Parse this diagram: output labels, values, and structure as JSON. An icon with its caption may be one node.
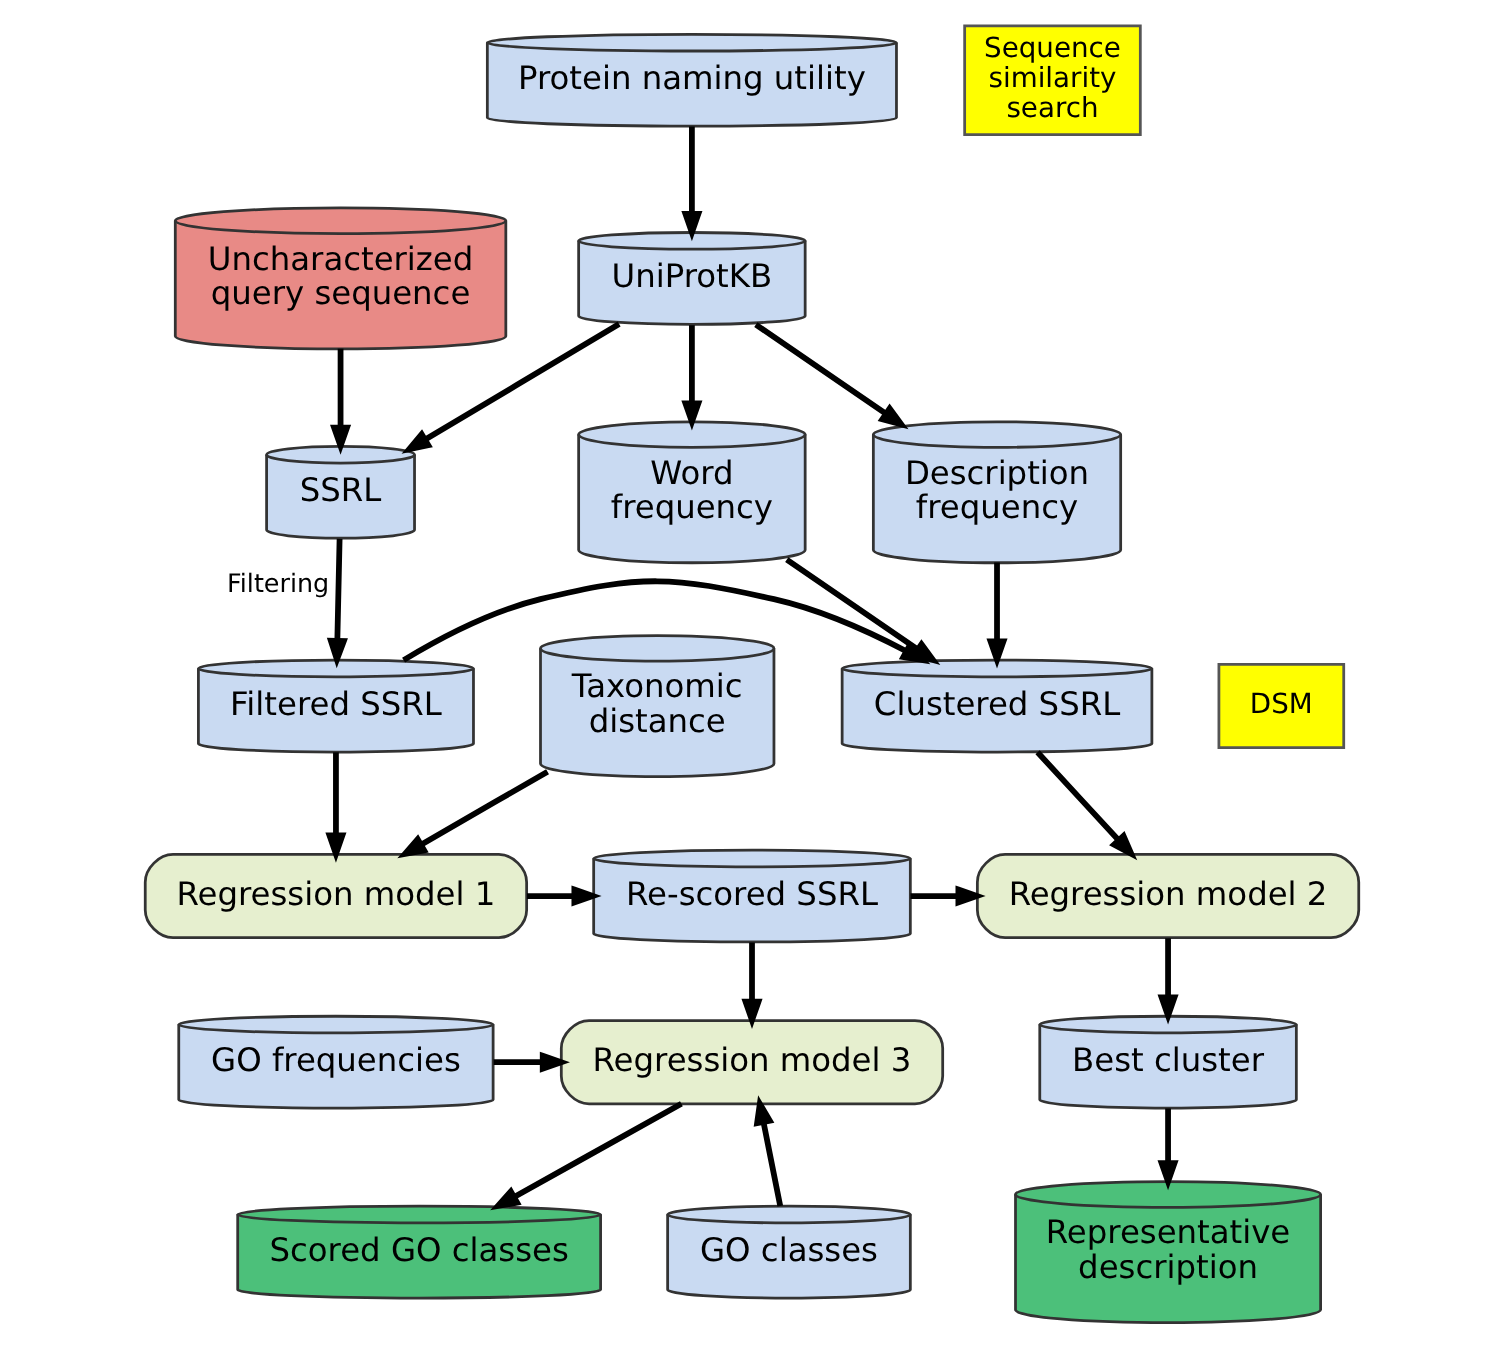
{
  "diagram": {
    "nodes": [
      {
        "text": [
          "Protein naming utility"
        ]
      },
      {
        "text": [
          "Uncharacterized query sequence"
        ]
      },
      {
        "text": [
          "UniProtKB"
        ]
      },
      {
        "text": [
          "SSRL"
        ]
      },
      {
        "text": [
          "Description frequency"
        ]
      },
      {
        "text": [
          "Word frequency"
        ]
      },
      {
        "text": [
          "Taxonomic distance"
        ]
      },
      {
        "text": [
          "Filtered SSRL"
        ]
      },
      {
        "text": [
          "Clustered SSRL"
        ]
      },
      {
        "text": [
          "Regression model 1"
        ]
      },
      {
        "text": [
          "Re-scored SSRL"
        ]
      },
      {
        "text": [
          "Regression model 2"
        ]
      },
      {
        "text": [
          "Regression model 3"
        ]
      },
      {
        "text": [
          "GO frequencies"
        ]
      },
      {
        "text": [
          "Best cluster"
        ]
      },
      {
        "text": [
          "Scored GO classes"
        ]
      },
      {
        "text": [
          "GO classes"
        ]
      },
      {
        "text": [
          "Representative description"
        ]
      }
    ],
    "edges": [
      {
        "from": 0,
        "to": 2,
        "arrow": "to"
      },
      {
        "from": 1,
        "to": 3,
        "arrow": "to"
      },
      {
        "from": 2,
        "to": 3,
        "arrow": "to"
      },
      {
        "from": 2,
        "to": 4,
        "arrow": "to"
      },
      {
        "from": 2,
        "to": 5,
        "arrow": "to"
      },
      {
        "from": 3,
        "to": 7,
        "arrow": "to",
        "label": "Filtering"
      },
      {
        "from": 4,
        "to": 8,
        "arrow": "to"
      },
      {
        "from": 5,
        "to": 8,
        "arrow": "to"
      },
      {
        "from": 7,
        "to": 8,
        "arrow": "to"
      },
      {
        "from": 6,
        "to": 9,
        "arrow": "to"
      },
      {
        "from": 7,
        "to": 9,
        "arrow": "to"
      },
      {
        "from": 8,
        "to": 11,
        "arrow": "to"
      },
      {
        "from": 9,
        "to": 10,
        "arrow": "to"
      },
      {
        "from": 10,
        "to": 11,
        "arrow": "to"
      },
      {
        "from": 10,
        "to": 12,
        "arrow": "to"
      },
      {
        "from": 13,
        "to": 12,
        "arrow": "to"
      },
      {
        "from": 16,
        "to": 12,
        "arrow": "to"
      },
      {
        "from": 12,
        "to": 15,
        "arrow": "to"
      },
      {
        "from": 11,
        "to": 14,
        "arrow": "to"
      },
      {
        "from": 14,
        "to": 17,
        "arrow": "to"
      }
    ],
    "labels": [
      "Sequence similarity search",
      "DSM"
    ]
  }
}
